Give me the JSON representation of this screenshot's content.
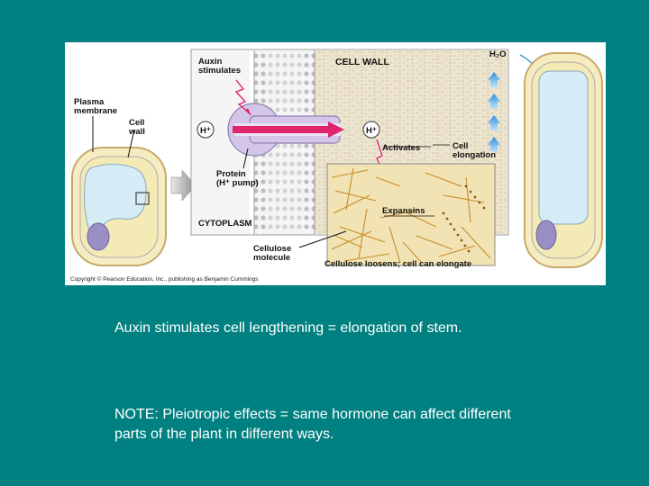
{
  "figure": {
    "labels": {
      "plasma_membrane": [
        "Plasma",
        "membrane"
      ],
      "cell_wall_small": [
        "Cell",
        "wall"
      ],
      "auxin": [
        "Auxin",
        "stimulates"
      ],
      "cell_wall": "CELL WALL",
      "h_left": "H⁺",
      "h_right": "H⁺",
      "activates": "Activates",
      "protein": [
        "Protein",
        "(H⁺ pump)"
      ],
      "cytoplasm": "CYTOPLASM",
      "expansins": "Expansins",
      "cellulose_molecule": [
        "Cellulose",
        "molecule"
      ],
      "cellulose_loosens": "Cellulose loosens; cell can elongate",
      "cell_elongation": [
        "Cell",
        "elongation"
      ],
      "water": "H₂O"
    },
    "copyright": "Copyright © Pearson Education, Inc., publishing as Benjamin Cummings"
  },
  "caption": "Auxin stimulates cell lengthening = elongation of stem.",
  "note": "NOTE: Pleiotropic effects = same hormone can affect different parts of the plant in different ways.",
  "colors": {
    "background": "#008080",
    "vacuole": "#d6ecf7",
    "cytoplasm": "#f3eab8",
    "wall": "#e8d3a0",
    "nucleus": "#9a8fc4",
    "arrow_pink": "#e0246c",
    "arrow_blue": "#3a9be0"
  }
}
